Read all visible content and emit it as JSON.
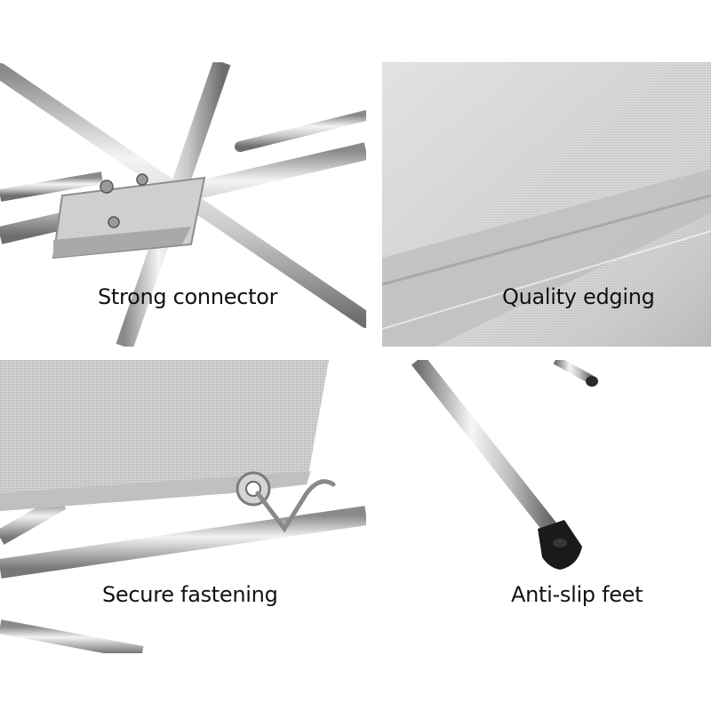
{
  "panels": [
    {
      "caption": "Strong connector",
      "subject": "connector-joint"
    },
    {
      "caption": "Quality edging",
      "subject": "mesh-edge"
    },
    {
      "caption": "Secure fastening",
      "subject": "eyelet-fastener"
    },
    {
      "caption": "Anti-slip feet",
      "subject": "rubber-foot"
    }
  ],
  "colors": {
    "background": "#ffffff",
    "steel_light": "#eeeeee",
    "steel_mid": "#b8b8b8",
    "steel_dark": "#7a7a7a",
    "mesh": "#cfcfcf",
    "rubber": "#1a1a1a",
    "caption_text": "#111111"
  }
}
